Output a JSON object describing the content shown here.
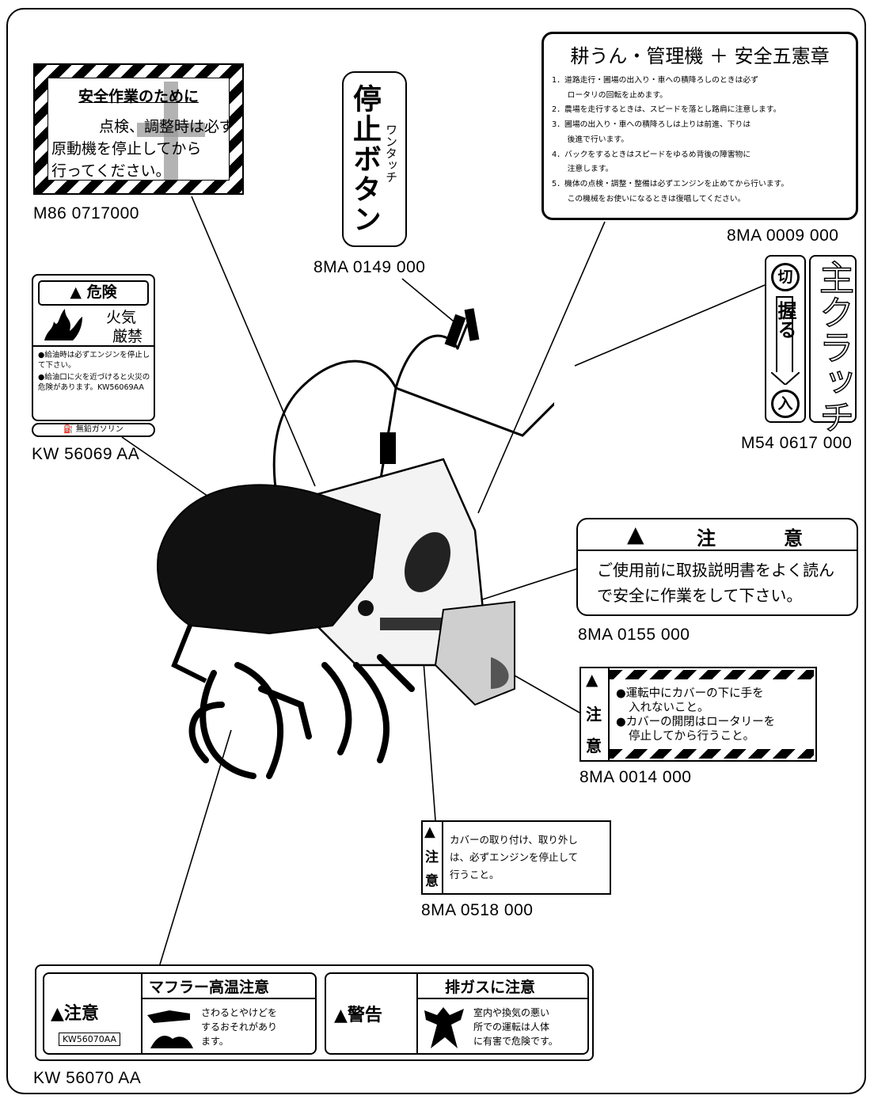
{
  "labels": {
    "m86": {
      "title": "安全作業のために",
      "line1": "点検、調整時は必ず",
      "line2": "原動機を停止してから",
      "line3": "行ってください。",
      "part_no": "M86 0717000"
    },
    "stop_button": {
      "main": "停止ボタン",
      "sub": "ワンタッチ",
      "part_no": "8MA  0149  000"
    },
    "safety_rules": {
      "title": "耕うん・管理機 ＋ 安全五憲章",
      "items": [
        "1．道路走行・圃場の出入り・車への積降ろしのときは必ず",
        "　　ロータリの回転を止めます。",
        "2．農場を走行するときは、スピードを落とし路肩に注意します。",
        "3．圃場の出入り・車への積降ろしは上りは前進、下りは",
        "　　後進で行います。",
        "4．バックをするときはスピードをゆるめ背後の障害物に",
        "　　注意します。",
        "5．機体の点検・調整・整備は必ずエンジンを止めてから行います。",
        "　　この機械をお使いになるときは復唱してください。"
      ],
      "part_no": "8MA 0009 000"
    },
    "danger_fire": {
      "header": "危険",
      "line1": "火気",
      "line2": "厳禁",
      "bullet1": "●給油時は必ずエンジンを停止して下さい。",
      "bullet2": "●給油口に火を近づけると火災の危険があります。KW56069AA",
      "fuel": "無鉛ガソリン",
      "part_no": "KW 56069 AA"
    },
    "main_clutch": {
      "off": "切",
      "grip": "握る",
      "on": "入",
      "title": "主クラッチ",
      "part_no": "M54 0617 000"
    },
    "caution_manual": {
      "header_left": "注",
      "header_right": "意",
      "line1": "ご使用前に取扱説明書をよく読ん",
      "line2": "で安全に作業をして下さい。",
      "part_no": "8MA 0155 000"
    },
    "cover_caution": {
      "side1": "注",
      "side2": "意",
      "line1": "●運転中にカバーの下に手を",
      "line2": "入れないこと。",
      "line3": "●カバーの開閉はロータリーを",
      "line4": "停止してから行うこと。",
      "part_no": "8MA 0014 000"
    },
    "cover_removal": {
      "side1": "注",
      "side2": "意",
      "line1": "カバーの取り付け、取り外し",
      "line2": "は、必ずエンジンを停止して",
      "line3": "行うこと。",
      "part_no": "8MA 0518 000"
    },
    "muffler_exhaust": {
      "caution": "注意",
      "caution_code": "KW56070AA",
      "muffler_title": "マフラー高温注意",
      "muffler_text": [
        "さわるとやけどを",
        "するおそれがあり",
        "ます。"
      ],
      "warning": "警告",
      "exhaust_title": "排ガスに注意",
      "exhaust_text": [
        "室内や換気の悪い",
        "所での運転は人体",
        "に有害で危険です。"
      ],
      "part_no": "KW 56070 AA"
    }
  },
  "colors": {
    "ink": "#000000",
    "paper": "#ffffff",
    "halftone": "#9a9a9a"
  },
  "icons": [
    "warning-triangle-icon",
    "flame-icon",
    "fuel-pump-icon",
    "hand-hot-icon",
    "exhaust-person-icon",
    "cross-mark-icon"
  ]
}
